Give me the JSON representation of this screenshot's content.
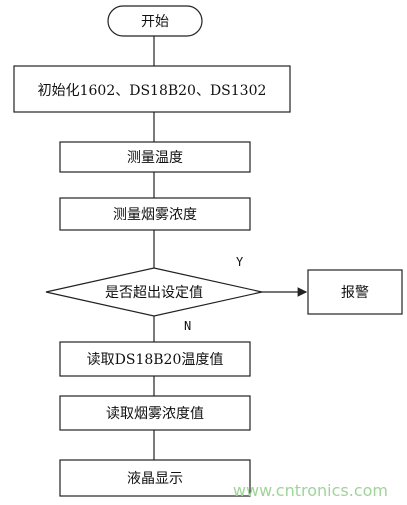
{
  "nodes": {
    "start": "开始",
    "init": "初始化1602、DS18B20、DS1302",
    "measure_temp": "测量温度",
    "measure_smoke": "测量烟雾浓度",
    "decision": "是否超出设定值",
    "alarm": "报警",
    "read_temp": "读取DS18B20温度值",
    "read_smoke": "读取烟雾浓度值",
    "display": "液晶显示"
  },
  "edge_labels": {
    "yes": "Y",
    "no": "N"
  },
  "watermark": "www.cntronics.com"
}
